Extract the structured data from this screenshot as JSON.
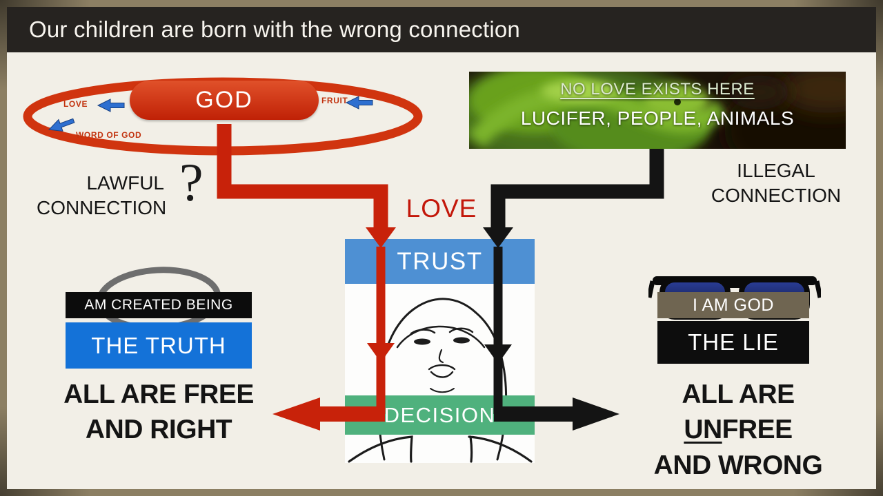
{
  "slide": {
    "title": "Our children are born with the wrong connection"
  },
  "god_loop": {
    "center_label": "GOD",
    "love_label": "LOVE",
    "fruit_label": "FRUIT",
    "word_label": "WORD OF GOD"
  },
  "snake_panel": {
    "heading": "NO LOVE EXISTS HERE",
    "subheading": "LUCIFER, PEOPLE, ANIMALS"
  },
  "connections": {
    "lawful_line1": "LAWFUL",
    "lawful_line2": "CONNECTION",
    "question_mark": "?",
    "illegal_line1": "ILLEGAL",
    "illegal_line2": "CONNECTION"
  },
  "flow": {
    "love": "LOVE",
    "trust": "TRUST",
    "decision": "DECISION"
  },
  "truth_side": {
    "identity": "AM CREATED BEING",
    "label": "THE TRUTH",
    "outcome_line1": "ALL ARE FREE",
    "outcome_line2": "AND RIGHT"
  },
  "lie_side": {
    "identity": "I AM GOD",
    "label": "THE LIE",
    "outcome_prefix": "ALL ARE ",
    "outcome_underlined": "UN",
    "outcome_suffix": "FREE",
    "outcome_line2": "AND WRONG"
  },
  "colors": {
    "frame_tan": "#8c7f63",
    "slide_cream": "#f2efe7",
    "header_dark": "#262320",
    "red": "#c8220a",
    "trust_blue": "#4e90d3",
    "truth_blue": "#1472d8",
    "decision_green": "#4fb17d",
    "lie_olive": "#6f6551",
    "bar_black": "#0c0c0c",
    "loop_arrow_blue": "#2e6fd0"
  }
}
